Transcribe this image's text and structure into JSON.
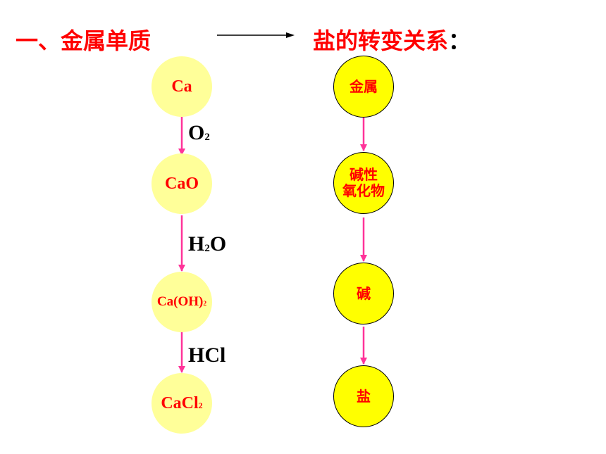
{
  "colors": {
    "text_red": "#ff0000",
    "text_black": "#000000",
    "node_fill_left": "#ffff99",
    "node_fill_right": "#ffff00",
    "arrow": "#ff3399"
  },
  "title": {
    "left": "一、金属单质",
    "right": "盐的转变关系",
    "colon": "："
  },
  "left_chain": {
    "nodes": [
      {
        "main": "Ca",
        "sub": ""
      },
      {
        "main": "CaO",
        "sub": ""
      },
      {
        "main": "Ca(OH)",
        "sub": "2"
      },
      {
        "main": "CaCl",
        "sub": "2"
      }
    ],
    "reagents": [
      {
        "pre": "O",
        "sub": "2",
        "post": ""
      },
      {
        "pre": "H",
        "sub": "2",
        "post": "O"
      },
      {
        "pre": "HCl",
        "sub": "",
        "post": ""
      }
    ]
  },
  "right_chain": {
    "nodes": [
      {
        "line1": "金属",
        "line2": ""
      },
      {
        "line1": "碱性",
        "line2": "氧化物"
      },
      {
        "line1": "碱",
        "line2": ""
      },
      {
        "line1": "盐",
        "line2": ""
      }
    ]
  }
}
